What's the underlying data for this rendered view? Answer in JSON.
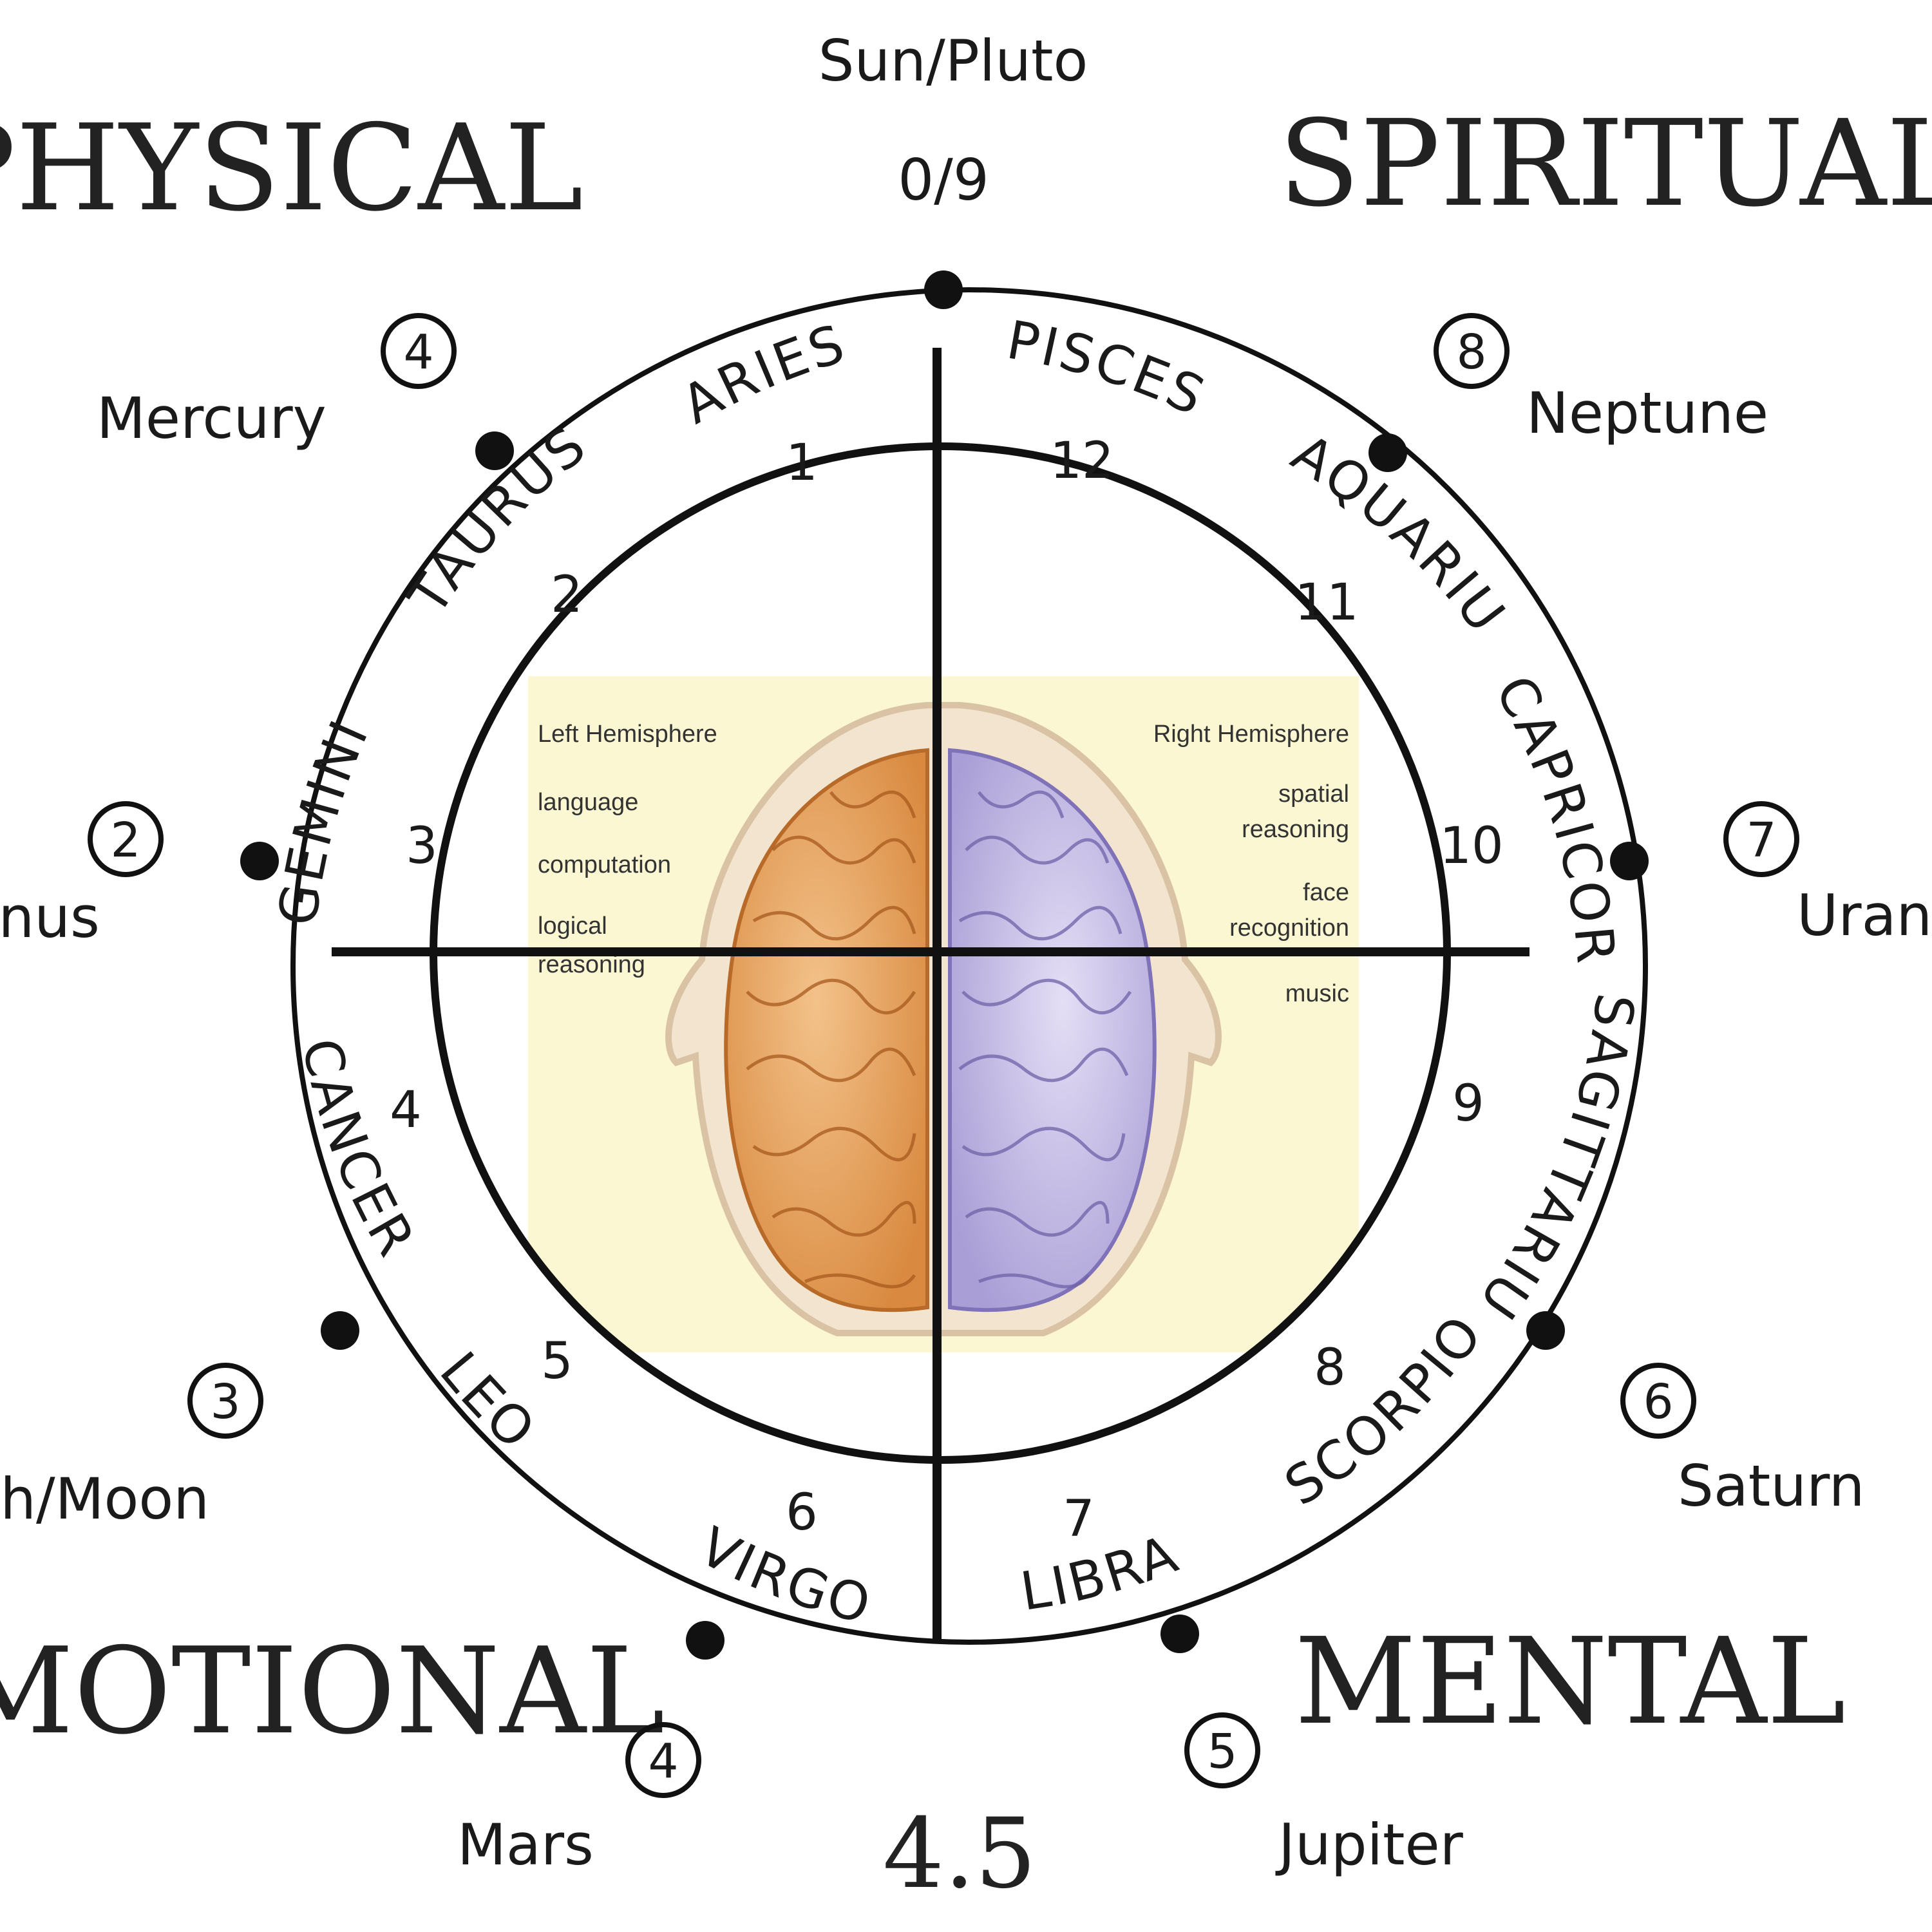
{
  "quadrants": {
    "top_left": "PHYSICAL",
    "top_right": "SPIRITUAL",
    "bottom_left": "EMOTIONAL",
    "bottom_right": "MENTAL"
  },
  "top": {
    "planet": "Sun/Pluto",
    "number": "0/9"
  },
  "bottom_number": "4.5",
  "planets": {
    "mercury": {
      "circled": "4",
      "label": "Mercury"
    },
    "venus": {
      "circled": "2",
      "label": "Venus"
    },
    "earth_moon": {
      "circled": "3",
      "label": "Earth/Moon"
    },
    "mars": {
      "circled": "4",
      "label": "Mars"
    },
    "jupiter": {
      "circled": "5",
      "label": "Jupiter"
    },
    "saturn": {
      "circled": "6",
      "label": "Saturn"
    },
    "uranus": {
      "circled": "7",
      "label": "Uranus"
    },
    "neptune": {
      "circled": "8",
      "label": "Neptune"
    }
  },
  "signs": {
    "aries": "ARIES",
    "pisces": "PISCES",
    "taurus": "TAURUS",
    "aquarius": "AQUARIUS",
    "gemini": "GEMINI",
    "capricorn": "CAPRICORN",
    "cancer": "CANCER",
    "sagittarius": "SAGITTARIUS",
    "leo": "LEO",
    "scorpio": "SCORPIO",
    "virgo": "VIRGO",
    "libra": "LIBRA"
  },
  "houses": {
    "h1": "1",
    "h2": "2",
    "h3": "3",
    "h4": "4",
    "h5": "5",
    "h6": "6",
    "h7": "7",
    "h8": "8",
    "h9": "9",
    "h10": "10",
    "h11": "11",
    "h12": "12"
  },
  "brain": {
    "left_title": "Left Hemisphere",
    "left_items": {
      "a": "language",
      "b": "computation",
      "c1": "logical",
      "c2": "reasoning"
    },
    "right_title": "Right Hemisphere",
    "right_items": {
      "a1": "spatial",
      "a2": "reasoning",
      "b1": "face",
      "b2": "recognition",
      "c": "music"
    },
    "colors": {
      "left": "#e8a45c",
      "right": "#c6bfe6",
      "background": "#fbf7d2"
    }
  }
}
